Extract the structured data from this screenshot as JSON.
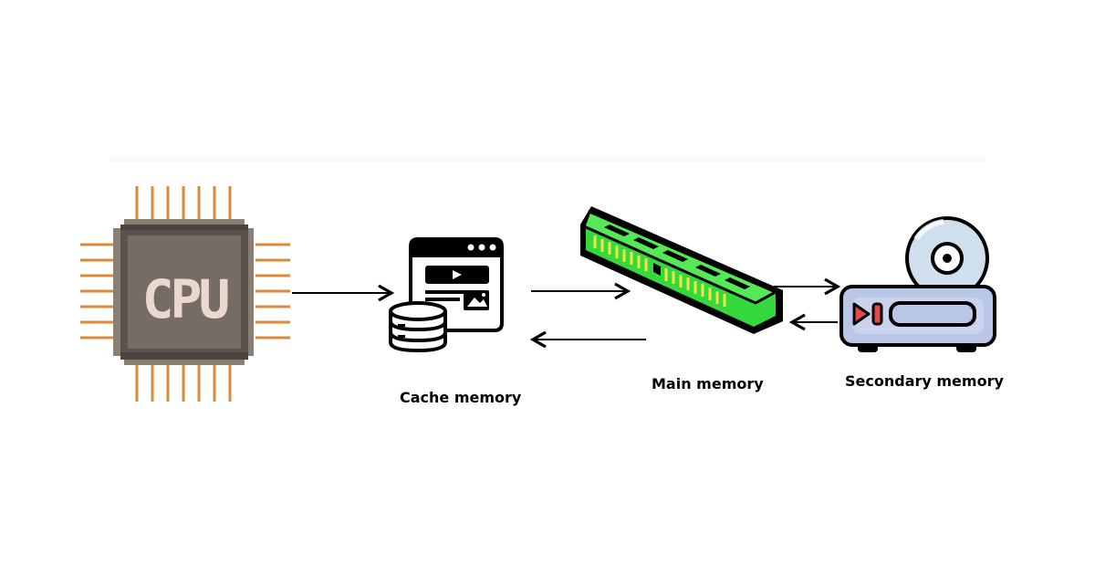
{
  "nodes": {
    "cpu": {
      "chip_text": "CPU",
      "icon": "cpu-chip-icon"
    },
    "cache": {
      "label": "Cache memory",
      "icon": "cache-window-database-icon"
    },
    "main": {
      "label": "Main memory",
      "icon": "ram-module-icon"
    },
    "secondary": {
      "label": "Secondary memory",
      "icon": "disc-drive-icon"
    }
  },
  "edges": [
    {
      "from": "cpu",
      "to": "cache"
    },
    {
      "from": "cache",
      "to": "main"
    },
    {
      "from": "main",
      "to": "cache"
    },
    {
      "from": "main",
      "to": "secondary"
    },
    {
      "from": "secondary",
      "to": "main"
    }
  ],
  "colors": {
    "cpu_pins": "#d98a3a",
    "cpu_body": "#6e655d",
    "cpu_text": "#ead8cf",
    "ram_green": "#36d93b",
    "ram_contacts": "#f3e34a",
    "drive_body": "#b9c6e6",
    "drive_accent": "#e8484d",
    "disc": "#cfdfee"
  }
}
